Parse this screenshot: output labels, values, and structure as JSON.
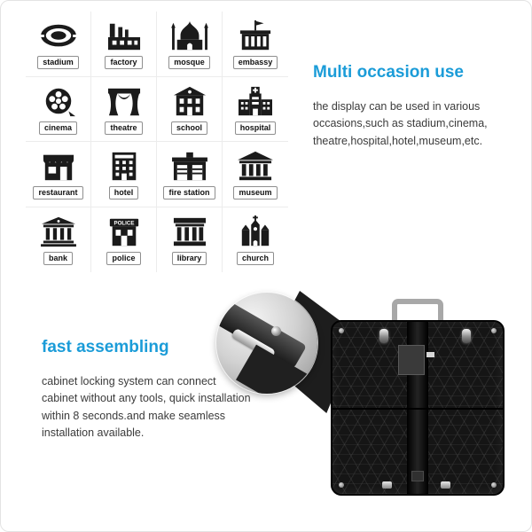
{
  "colors": {
    "accent": "#1b9cd8"
  },
  "occasions": {
    "police_sign": "POLICE",
    "items": [
      {
        "label": "stadium"
      },
      {
        "label": "factory"
      },
      {
        "label": "mosque"
      },
      {
        "label": "embassy"
      },
      {
        "label": "cinema"
      },
      {
        "label": "theatre"
      },
      {
        "label": "school"
      },
      {
        "label": "hospital"
      },
      {
        "label": "restaurant"
      },
      {
        "label": "hotel"
      },
      {
        "label": "fire station"
      },
      {
        "label": "museum"
      },
      {
        "label": "bank"
      },
      {
        "label": "police"
      },
      {
        "label": "library"
      },
      {
        "label": "church"
      }
    ]
  },
  "multi_occasion": {
    "title": "Multi occasion use",
    "body": "the display can be used in various occasions,such as stadium,cinema, theatre,hospital,hotel,museum,etc."
  },
  "fast_assembling": {
    "title": "fast assembling",
    "body": "cabinet locking system can connect cabinet without any tools, quick installation within 8 seconds.and make seamless installation available."
  }
}
